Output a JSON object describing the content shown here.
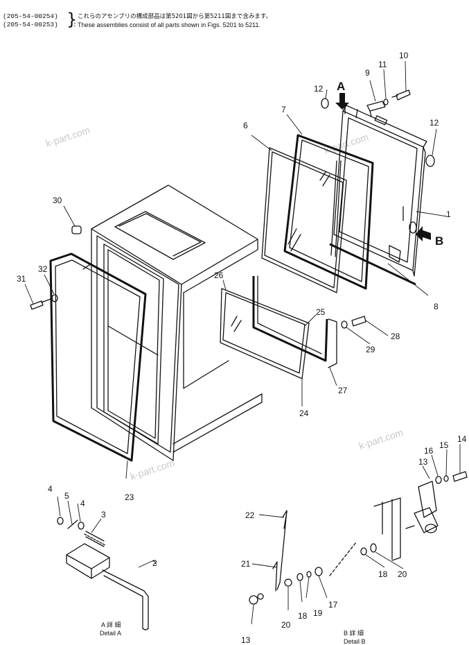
{
  "header": {
    "codes": [
      "(205-54-00254)",
      "(205-54-00253)"
    ],
    "note_jp": "これらのアセンブリの構成部品は第5201図から第5211図まで含みます。",
    "note_en": "These assemblies consist of all parts shown in Figs. 5201 to 5211."
  },
  "views": {
    "a_letter": "A",
    "b_letter": "B"
  },
  "details": {
    "a_jp": "A 詳 細",
    "a_en": "Detail A",
    "b_jp": "B 詳 細",
    "b_en": "Detail B"
  },
  "watermark": "k-part.com",
  "callouts": {
    "c1": "1",
    "c2": "2",
    "c3": "3",
    "c4a": "4",
    "c4b": "4",
    "c5": "5",
    "c6": "6",
    "c7": "7",
    "c8": "8",
    "c9": "9",
    "c10": "10",
    "c11": "11",
    "c12a": "12",
    "c12b": "12",
    "c13a": "13",
    "c13b": "13",
    "c14": "14",
    "c15": "15",
    "c16": "16",
    "c17": "17",
    "c18a": "18",
    "c18b": "18",
    "c19": "19",
    "c20a": "20",
    "c20b": "20",
    "c21": "21",
    "c22": "22",
    "c23": "23",
    "c24": "24",
    "c25": "25",
    "c26": "26",
    "c27": "27",
    "c28": "28",
    "c29": "29",
    "c30": "30",
    "c31": "31",
    "c32": "32"
  }
}
